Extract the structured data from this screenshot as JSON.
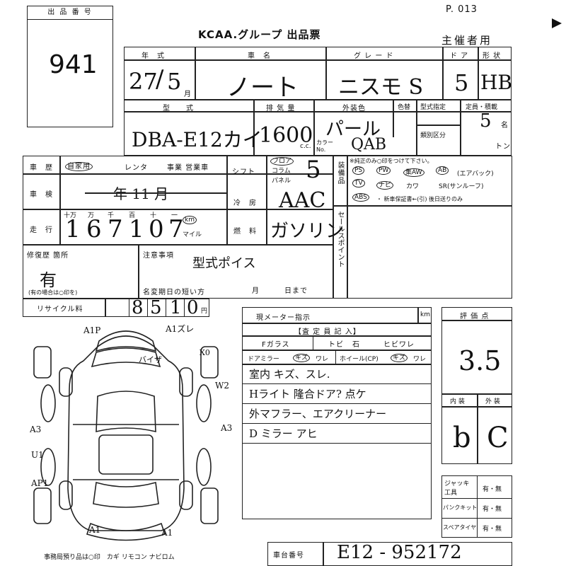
{
  "lot_box": {
    "label": "出 品 番 号",
    "number": "941"
  },
  "page_no": "P. 013",
  "header": {
    "title": "KCAA.グループ 出品票",
    "organizer": "主催者用"
  },
  "row1": {
    "labels": {
      "year": "年　式",
      "name": "車　名",
      "grade": "グ レ ー ド",
      "door": "ド ア",
      "shape": "形 状"
    },
    "values": {
      "year": "27",
      "month": "5",
      "month_unit": "月",
      "name": "ノート",
      "grade": "ニスモ S",
      "door": "5",
      "shape": "HB"
    }
  },
  "row2": {
    "labels": {
      "model": "型　　式",
      "displacement": "排 気 量",
      "exterior": "外装色",
      "paint": "色替",
      "type_spec": "型式指定",
      "capacity": "定員・積載",
      "class": "類別区分",
      "color_no": "カラー No."
    },
    "values": {
      "model": "DBA-E12カイ",
      "displacement": "1600",
      "cc": "c.c.",
      "color": "パール",
      "color_code": "QAB",
      "capacity": "5",
      "capacity_unit": "名",
      "ton": "トン"
    }
  },
  "history": {
    "label": "車　歴",
    "jikayo": "自家用",
    "rental": "レンタ",
    "business": "事業 営業車",
    "shaken_label": "車　検",
    "shaken_value": "年 11 月",
    "mileage_label": "走　行",
    "digit_labels": [
      "十万",
      "万",
      "千",
      "百",
      "十",
      "一"
    ],
    "digits": [
      "1",
      "6",
      "7",
      "1",
      "0",
      "7"
    ],
    "km": "km",
    "mile": "マイル"
  },
  "shift": {
    "label": "シフト",
    "opts": [
      "フロア",
      "コラム",
      "パネル"
    ],
    "value": "5"
  },
  "ac": {
    "label": "冷　房",
    "value": "AAC"
  },
  "fuel": {
    "label": "燃　料",
    "value": "ガソリン"
  },
  "equip": {
    "label": "装備品",
    "note": "※純正のみ○印をつけて下さい。",
    "items": [
      "PS",
      "PW",
      "集AW",
      "AB",
      "(エアバック)",
      "TV",
      "ナビ",
      "カワ",
      "SR(サンルーフ)"
    ],
    "abs": "ABS",
    "warranty": "・ 新車保証書←(引) 後日送りのみ"
  },
  "sales_point": {
    "label": "セールスポイント"
  },
  "repair": {
    "label": "修復歴 箇所",
    "value": "有",
    "note": "(有の場合は○印を)"
  },
  "notes": {
    "label": "注意事項",
    "value": "型式ポイス",
    "expiry": "名変期日の短い方",
    "month": "月",
    "day": "日まで"
  },
  "recycle": {
    "label": "リサイクル料",
    "digits": [
      "8",
      "5",
      "1",
      "0"
    ],
    "yen": "円"
  },
  "inspector": {
    "meter": "現メーター指示",
    "km": "km",
    "header": "【査 定 員 記 入】",
    "glass": "Fガラス",
    "glass_opts": [
      "トビ",
      "石",
      "ヒビワレ"
    ],
    "mirror": "ドアミラー",
    "mirror_opts": [
      "キズ",
      "ワレ"
    ],
    "wheel": "ホイール(CP)",
    "wheel_opts": [
      "キズ",
      "ワレ"
    ],
    "lines": [
      "室内 キズ、スレ.",
      "Hライト 隆合ドア? 点ケ",
      "外マフラー、エアクリーナー",
      "D ミラー アヒ"
    ]
  },
  "score": {
    "label": "評 価 点",
    "value": "3.5",
    "interior_label": "内 装",
    "exterior_label": "外 装",
    "interior": "b",
    "exterior": "C"
  },
  "tools": [
    {
      "label": "ジャッキ 工具",
      "opt": "有・無"
    },
    {
      "label": "パンクキット",
      "opt": "有・無"
    },
    {
      "label": "スペアタイヤ",
      "opt": "有・無"
    }
  ],
  "diagram_marks": [
    "A1P",
    "A1ズレ",
    "X0",
    "バイザ",
    "W2",
    "A3",
    "A3",
    "U1",
    "AP1",
    "A1",
    "A1"
  ],
  "footer": {
    "items": "事務局預り品は○印　カギ リモコン ナビロム",
    "chassis_label": "車台番号",
    "chassis_value": "E12 - 952172"
  }
}
